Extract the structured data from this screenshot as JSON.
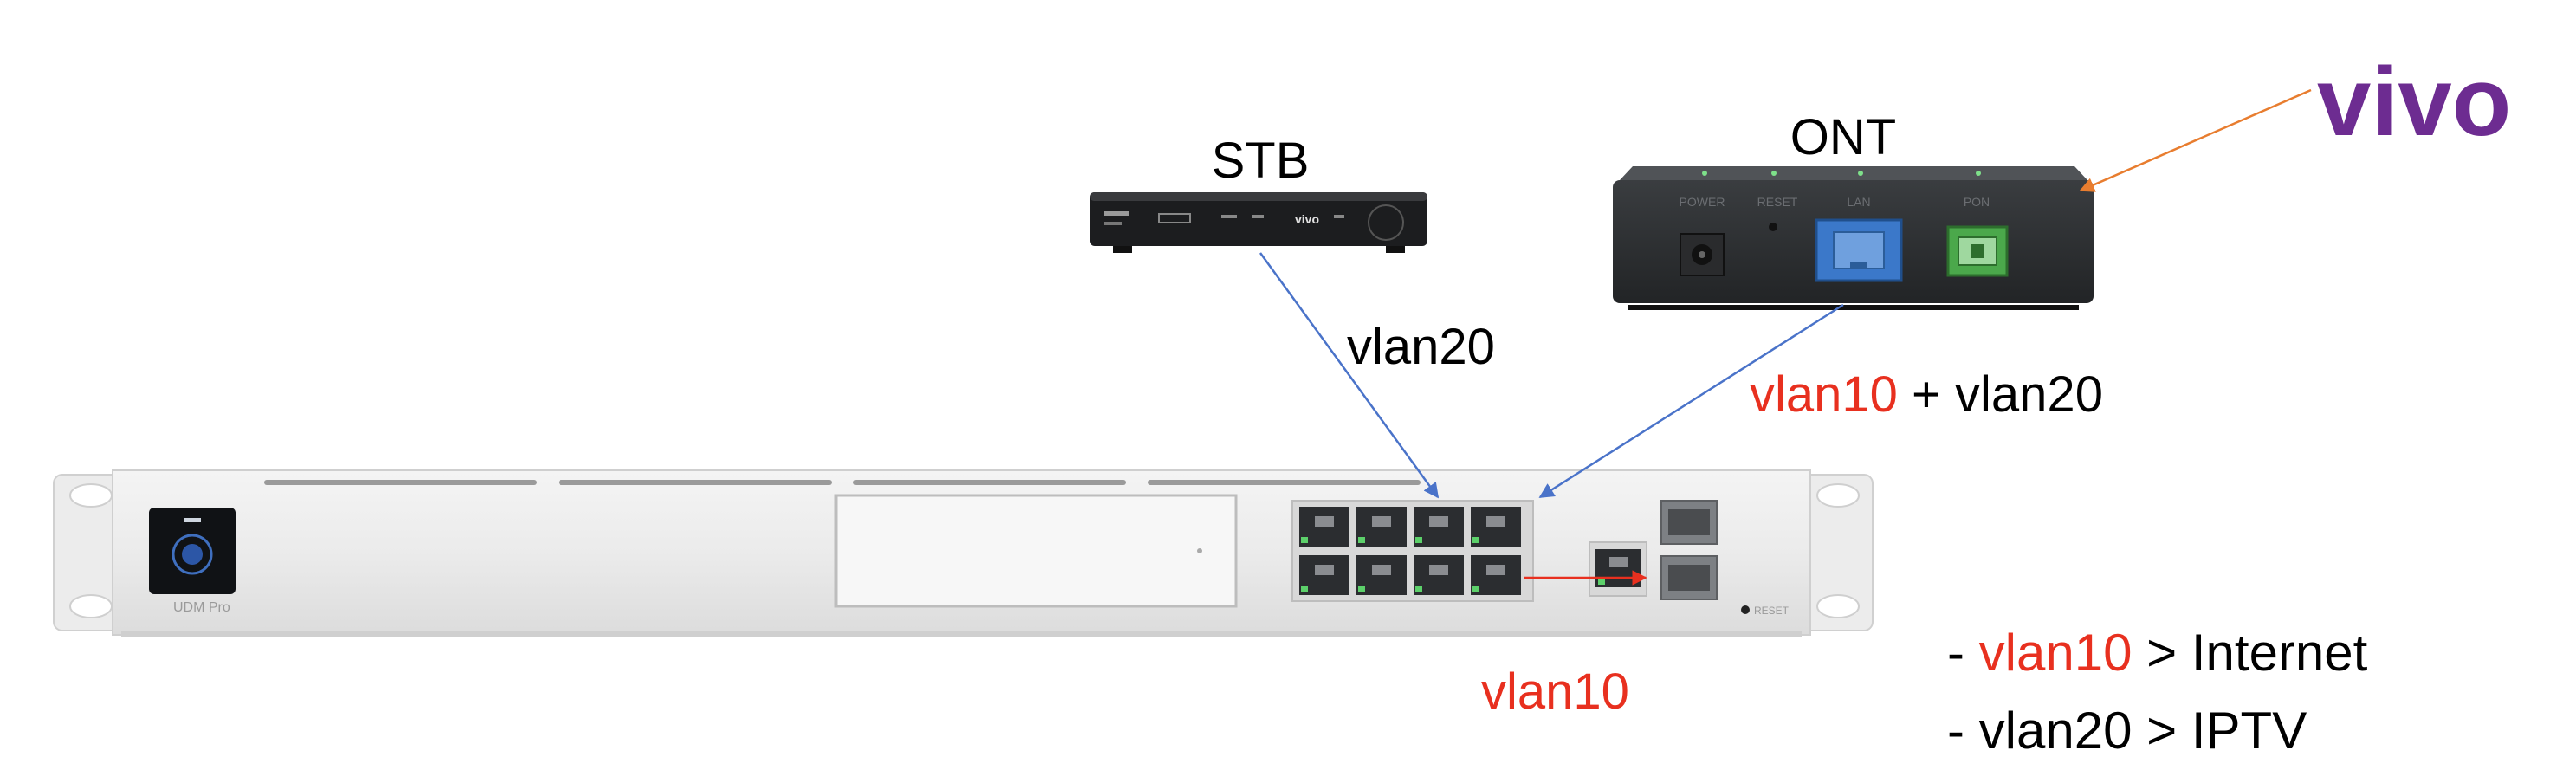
{
  "logo": {
    "text": "vivo",
    "color": "#6d2c91"
  },
  "stb": {
    "label": "STB",
    "brand": "vivo"
  },
  "ont": {
    "label": "ONT",
    "ports": [
      "POWER",
      "RESET",
      "LAN",
      "PON"
    ]
  },
  "router": {
    "name": "UDM Pro",
    "reset_label": "RESET"
  },
  "links": {
    "stb_router": "vlan20",
    "ont_router_a": "vlan10",
    "ont_router_sep": " + ",
    "ont_router_b": "vlan20",
    "router_internal": "vlan10"
  },
  "legend": [
    {
      "dash": "- ",
      "vlan": "vlan10",
      "sep": " > ",
      "target": "Internet"
    },
    {
      "dash": "- ",
      "vlan": "vlan20",
      "sep": " > ",
      "target": "IPTV"
    }
  ],
  "colors": {
    "vlan10": "#e8301f",
    "vlan20": "#000000",
    "stb_link": "#4a73c9",
    "ont_link": "#4a73c9",
    "logo_link": "#e87d2f",
    "internal_link": "#e8301f"
  }
}
